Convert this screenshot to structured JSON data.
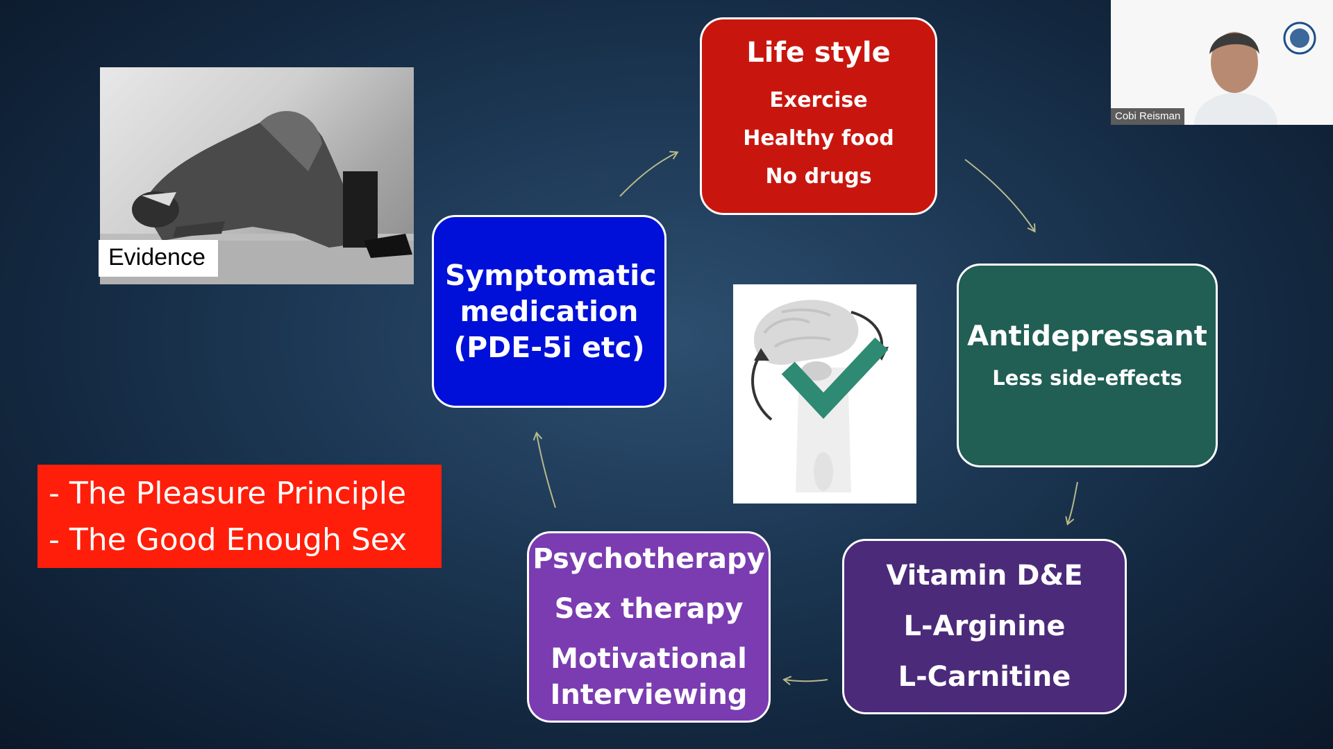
{
  "lifestyle": {
    "title": "Life style",
    "items": [
      "Exercise",
      "Healthy food",
      "No drugs"
    ]
  },
  "symptomatic": {
    "line1": "Symptomatic",
    "line2": "medication",
    "line3": "(PDE-5i etc)"
  },
  "antidepressant": {
    "title": "Antidepressant",
    "subtitle": "Less side-effects"
  },
  "vitamins": {
    "items": [
      "Vitamin D&E",
      "L-Arginine",
      "L-Carnitine"
    ]
  },
  "psychotherapy": {
    "line1": "Psychotherapy",
    "line2": "Sex therapy",
    "line3": "Motivational",
    "line4": "Interviewing"
  },
  "photo": {
    "label": "Evidence"
  },
  "note": {
    "line1": "- The Pleasure Principle",
    "line2": "- The Good Enough Sex"
  },
  "webcam": {
    "name": "Cobi Reisman"
  },
  "colors": {
    "lifestyle": "#c8160f",
    "symptomatic": "#0010d8",
    "antidepressant": "#215e54",
    "vitamins": "#4b2a7a",
    "psychotherapy": "#7a3cb0",
    "note": "#ff1e0a",
    "checkmark": "#2e8a72"
  }
}
